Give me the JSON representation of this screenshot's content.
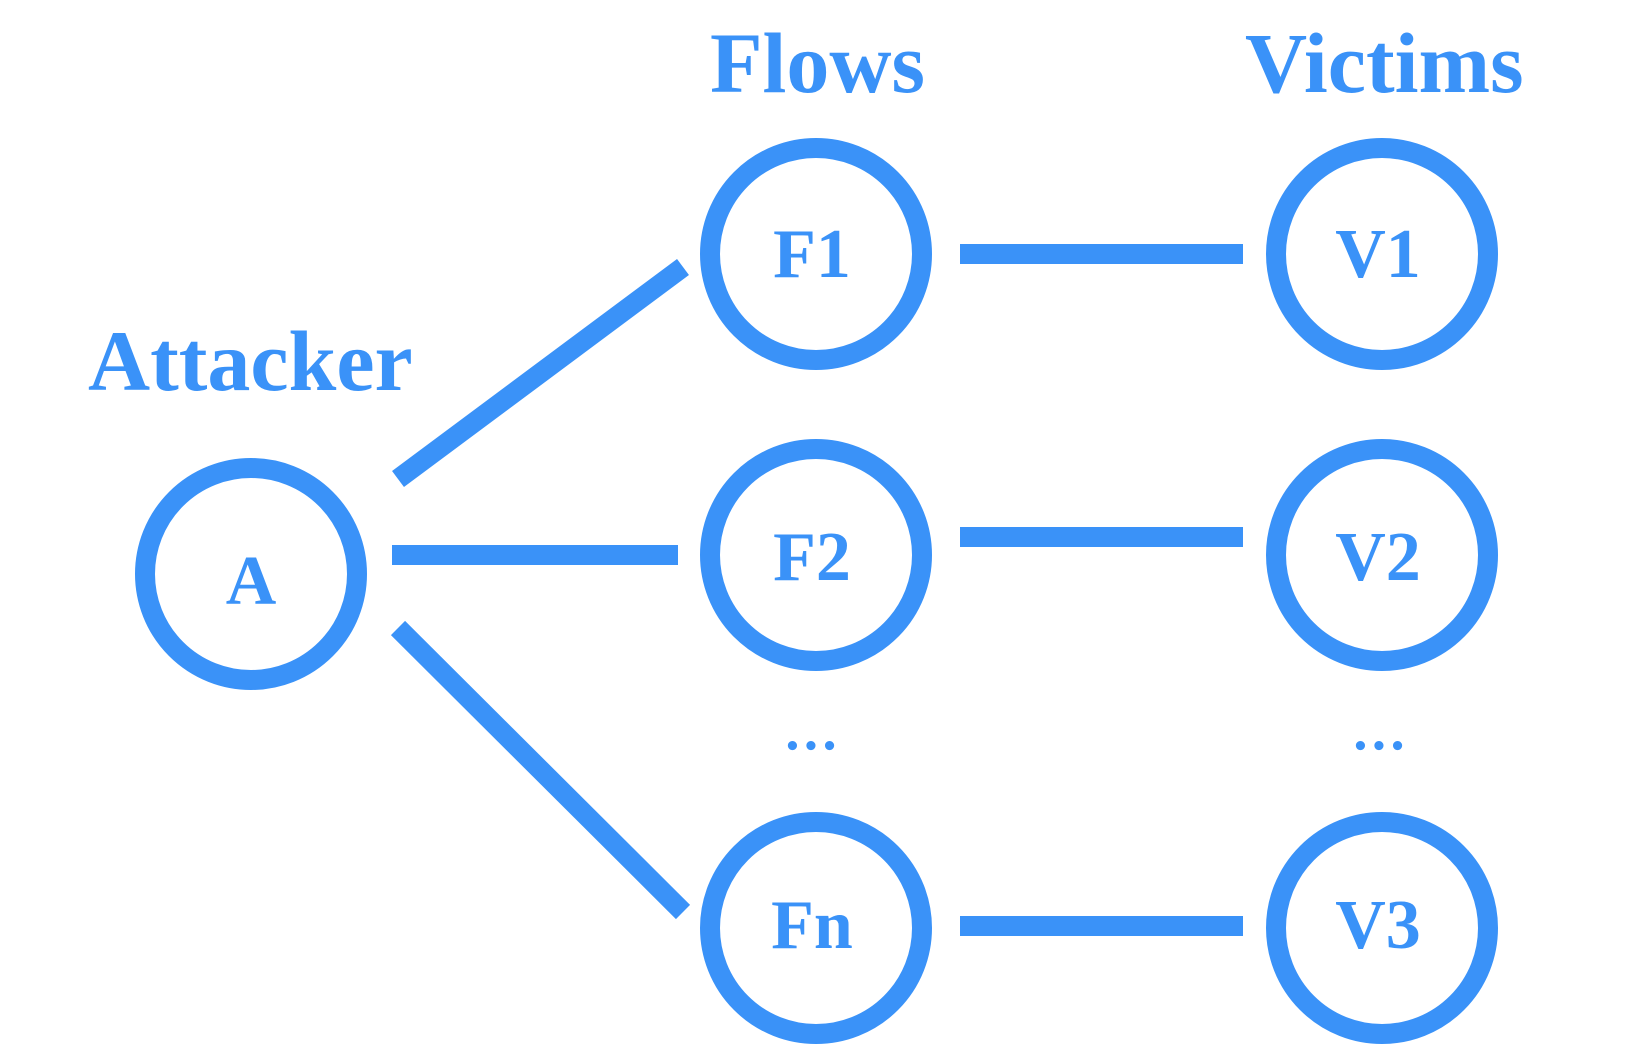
{
  "headings": {
    "attacker": "Attacker",
    "flows": "Flows",
    "victims": "Victims"
  },
  "nodes": {
    "attacker": "A",
    "flows": [
      "F1",
      "F2",
      "Fn"
    ],
    "victims": [
      "V1",
      "V2",
      "V3"
    ]
  },
  "ellipsis": {
    "flows": "•••",
    "victims": "•••"
  },
  "colors": {
    "accent": "#3a92f8",
    "background": "#ffffff"
  }
}
